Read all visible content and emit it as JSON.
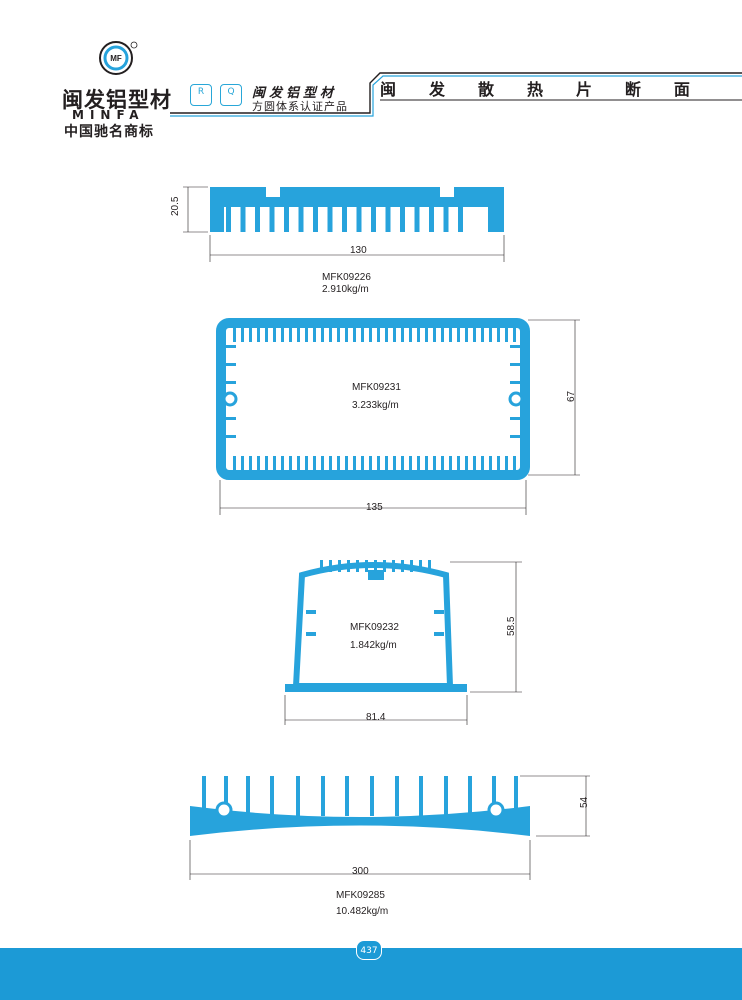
{
  "header": {
    "logo_badge": "MF",
    "brand_cn": "闽发铝型材",
    "brand_en": "MINFA",
    "brand_sub": "中国驰名商标",
    "cert_r": "R",
    "cert_q": "Q",
    "cert_name": "闽发铝型材",
    "cert_text": "方圆体系认证产品",
    "title_chars": [
      "闽",
      "发",
      "散",
      "热",
      "片",
      "断",
      "面"
    ]
  },
  "colors": {
    "profile": "#27a3dc",
    "footer": "#1c9ad6",
    "accent": "#29a7d8"
  },
  "profiles": [
    {
      "code": "MFK09226",
      "weight": "2.910kg/m",
      "width": "130",
      "height": "20.5"
    },
    {
      "code": "MFK09231",
      "weight": "3.233kg/m",
      "width": "135",
      "height": "67"
    },
    {
      "code": "MFK09232",
      "weight": "1.842kg/m",
      "width": "81.4",
      "height": "58.5"
    },
    {
      "code": "MFK09285",
      "weight": "10.482kg/m",
      "width": "300",
      "height": "54"
    }
  ],
  "footer": {
    "page_number": "437"
  }
}
